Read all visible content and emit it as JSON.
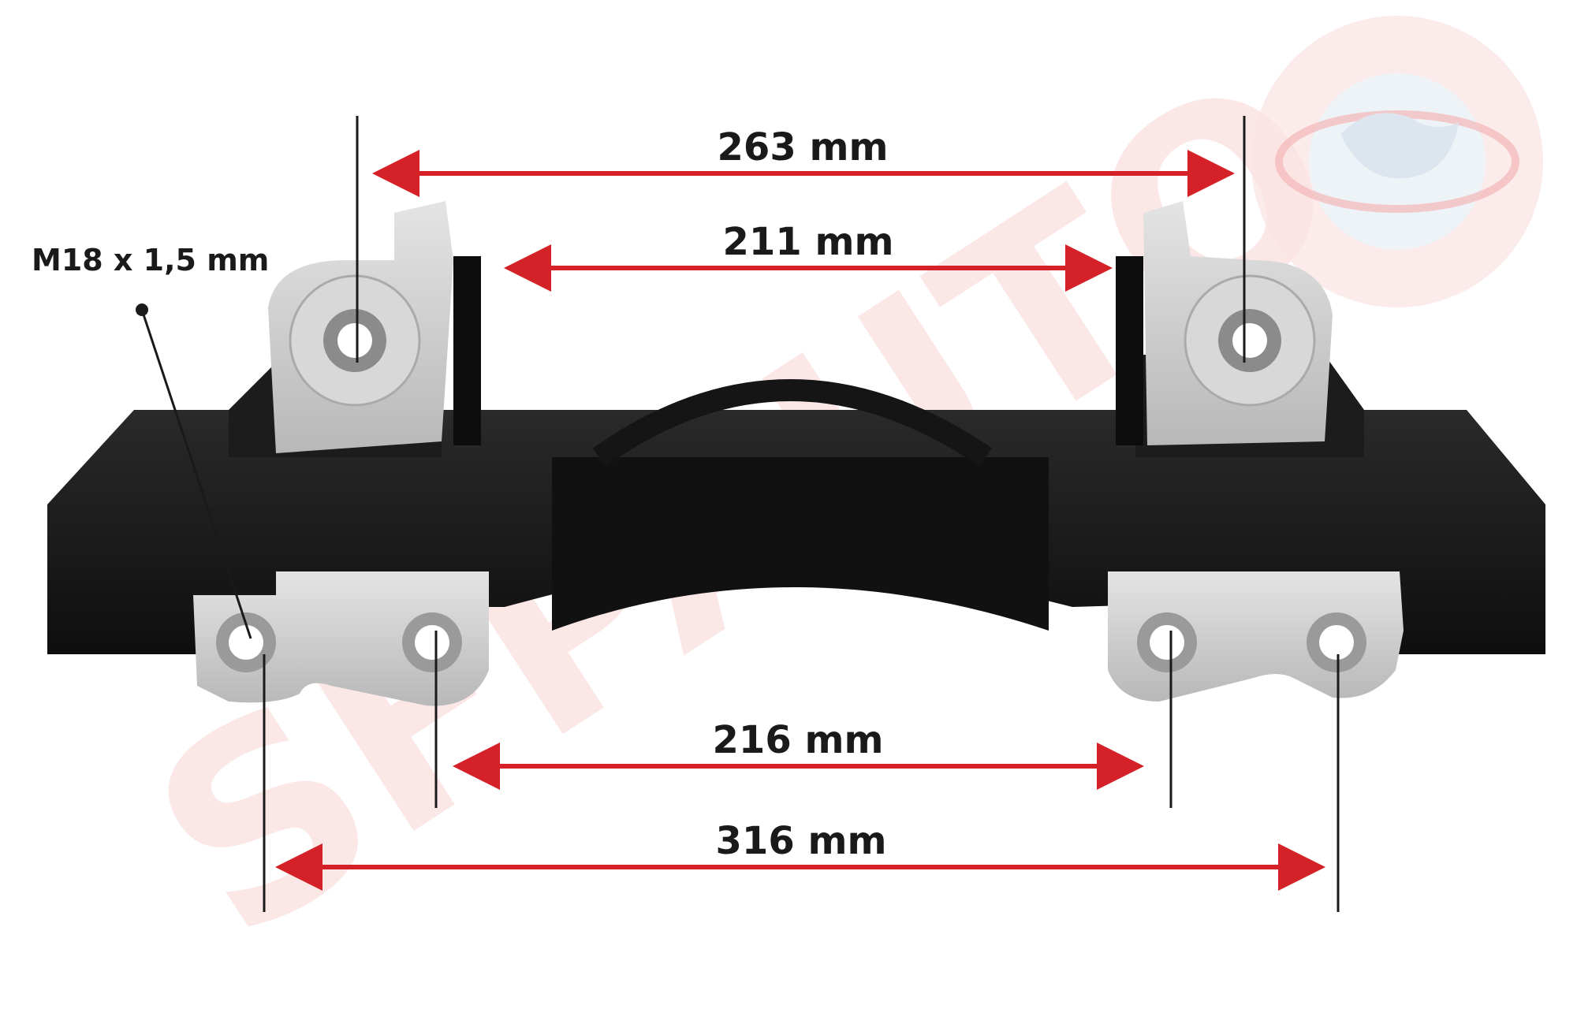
{
  "watermark": {
    "text": "SFPAUTO",
    "color": "#f7b9b9"
  },
  "colors": {
    "accent": "#d42027",
    "line": "#1a1a1a",
    "body": "#161616",
    "metal": "#cfcfcf"
  },
  "dimensions": {
    "top_outer": "263 mm",
    "top_inner": "211 mm",
    "bottom_inner": "216 mm",
    "bottom_outer": "316 mm"
  },
  "thread": {
    "label": "M18 x 1,5 mm"
  }
}
